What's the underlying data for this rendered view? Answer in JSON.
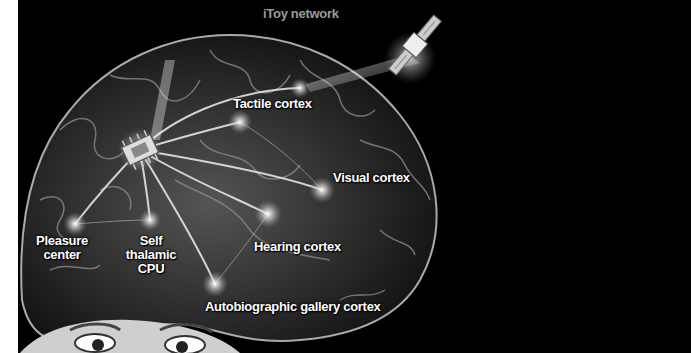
{
  "diagram": {
    "labels": [
      "iToy network",
      "Tactile cortex",
      "Visual cortex",
      "Hearing cortex",
      "Pleasure center",
      "Self thalamic CPU",
      "Autobiographic gallery cortex"
    ]
  }
}
